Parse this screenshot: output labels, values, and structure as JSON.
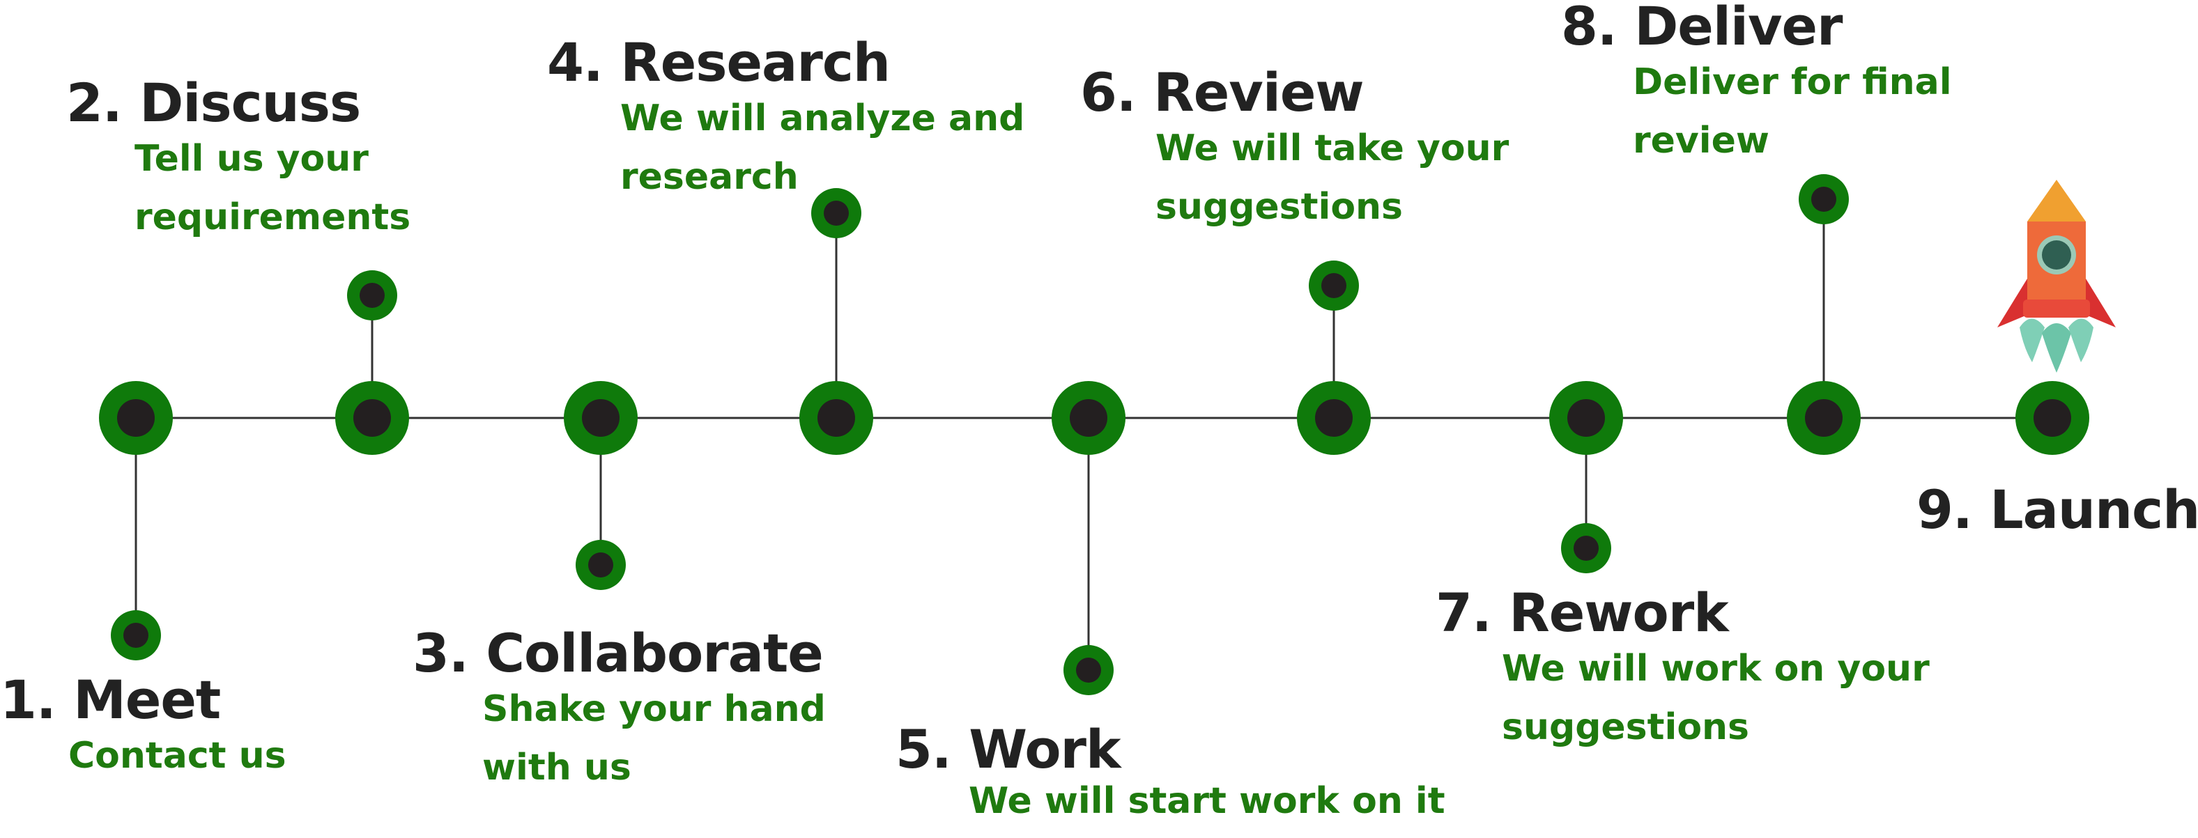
{
  "colors": {
    "node_ring": "#0f7a0b",
    "node_core": "#231f20",
    "line": "#333333",
    "title": "#222222",
    "description": "#1f7a0f"
  },
  "icon": "rocket-icon",
  "steps": [
    {
      "title": "1. Meet",
      "desc": [
        "Contact us"
      ]
    },
    {
      "title": "2. Discuss",
      "desc": [
        "Tell us your",
        "requirements"
      ]
    },
    {
      "title": "3. Collaborate",
      "desc": [
        "Shake your hand",
        "with us"
      ]
    },
    {
      "title": "4. Research",
      "desc": [
        "We will analyze and",
        "research"
      ]
    },
    {
      "title": "5. Work",
      "desc": [
        "We will start work on it"
      ]
    },
    {
      "title": "6. Review",
      "desc": [
        "We will take your",
        "suggestions"
      ]
    },
    {
      "title": "7. Rework",
      "desc": [
        "We will work on your",
        "suggestions"
      ]
    },
    {
      "title": "8. Deliver",
      "desc": [
        "Deliver for final",
        "review"
      ]
    },
    {
      "title": "9. Launch",
      "desc": []
    }
  ]
}
